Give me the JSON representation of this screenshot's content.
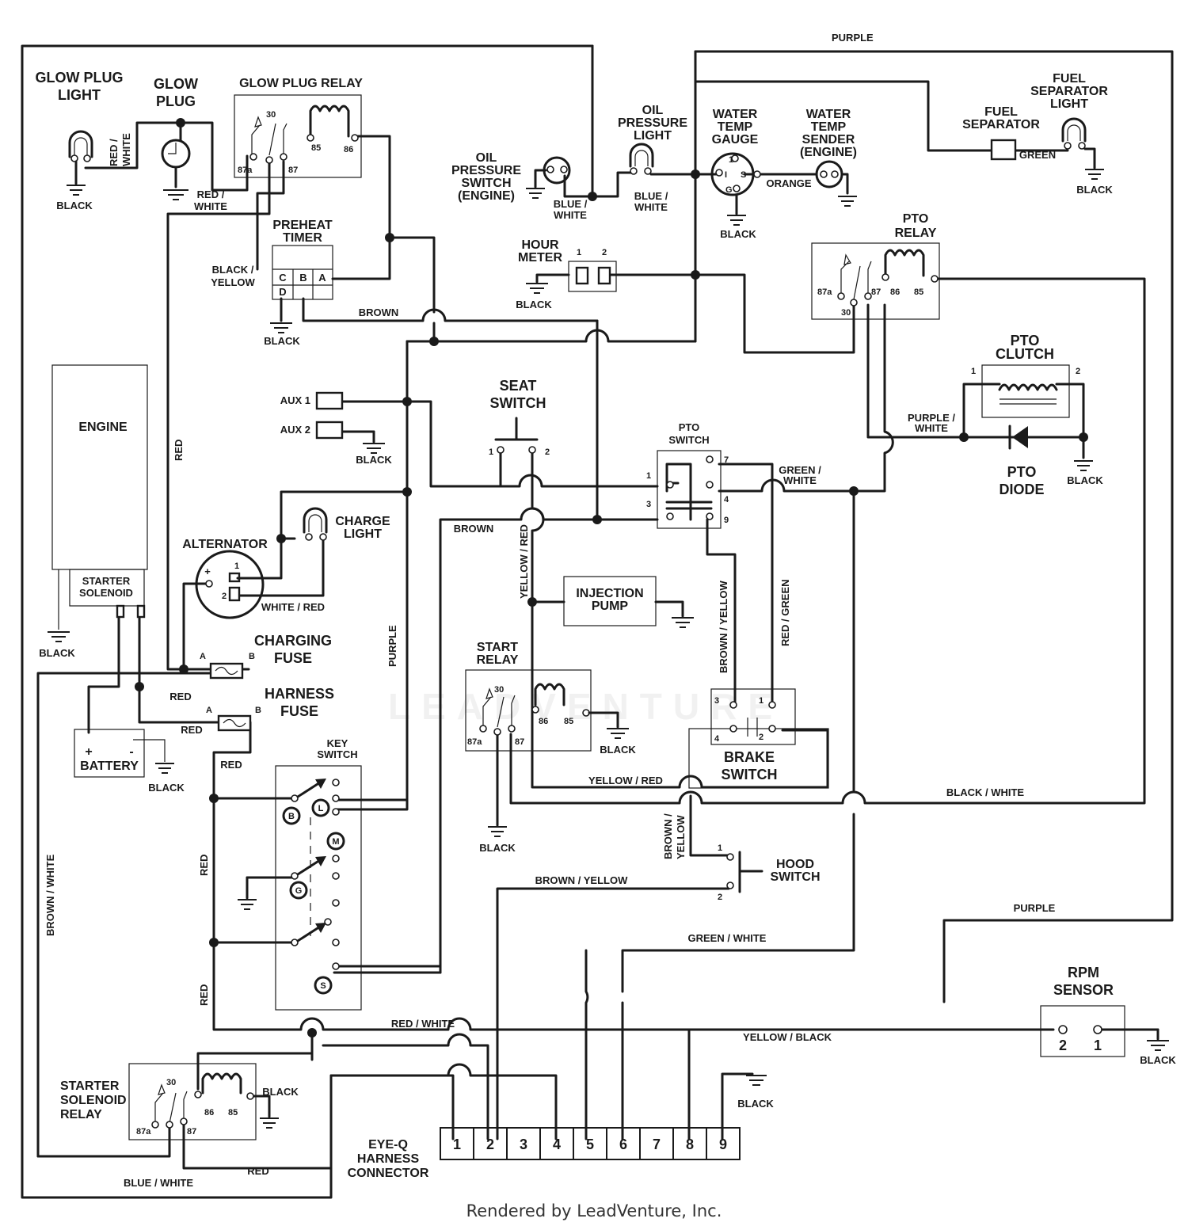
{
  "labels": {
    "purple_top": "PURPLE",
    "glow_plug_light": [
      "GLOW PLUG",
      "LIGHT"
    ],
    "glow_plug": [
      "GLOW",
      "PLUG"
    ],
    "glow_plug_relay": "GLOW PLUG RELAY",
    "oil_pressure_light": [
      "OIL",
      "PRESSURE",
      "LIGHT"
    ],
    "water_temp_gauge": [
      "WATER",
      "TEMP",
      "GAUGE"
    ],
    "water_temp_sender": [
      "WATER",
      "TEMP",
      "SENDER",
      "(ENGINE)"
    ],
    "fuel_separator": [
      "FUEL",
      "SEPARATOR"
    ],
    "fuel_separator_light": [
      "FUEL",
      "SEPARATOR",
      "LIGHT"
    ],
    "oil_pressure_switch": [
      "OIL",
      "PRESSURE",
      "SWITCH",
      "(ENGINE)"
    ],
    "hour_meter": [
      "HOUR",
      "METER"
    ],
    "pto_relay": [
      "PTO",
      "RELAY"
    ],
    "preheat_timer": [
      "PREHEAT",
      "TIMER"
    ],
    "pto_clutch": [
      "PTO",
      "CLUTCH"
    ],
    "pto_diode": [
      "PTO",
      "DIODE"
    ],
    "engine": "ENGINE",
    "starter_solenoid": [
      "STARTER",
      "SOLENOID"
    ],
    "seat_switch": [
      "SEAT",
      "SWITCH"
    ],
    "pto_switch": [
      "PTO",
      "SWITCH"
    ],
    "alternator": "ALTERNATOR",
    "charge_light": [
      "CHARGE",
      "LIGHT"
    ],
    "injection_pump": [
      "INJECTION",
      "PUMP"
    ],
    "charging_fuse": [
      "CHARGING",
      "FUSE"
    ],
    "harness_fuse": [
      "HARNESS",
      "FUSE"
    ],
    "start_relay": [
      "START",
      "RELAY"
    ],
    "brake_switch": [
      "BRAKE",
      "SWITCH"
    ],
    "key_switch": [
      "KEY",
      "SWITCH"
    ],
    "battery": "BATTERY",
    "hood_switch": [
      "HOOD",
      "SWITCH"
    ],
    "rpm_sensor": [
      "RPM",
      "SENSOR"
    ],
    "starter_solenoid_relay": [
      "STARTER",
      "SOLENOID",
      "RELAY"
    ],
    "eyeq_connector": [
      "EYE-Q",
      "HARNESS",
      "CONNECTOR"
    ],
    "aux1": "AUX 1",
    "aux2": "AUX 2"
  },
  "wires": {
    "black": "BLACK",
    "red_white_v": [
      "RED /",
      "WHITE"
    ],
    "red_white": [
      "RED /",
      "WHITE"
    ],
    "blue_white": [
      "BLUE /",
      "WHITE"
    ],
    "blue_white2": [
      "BLUE /",
      "WHITE"
    ],
    "orange": "ORANGE",
    "green": "GREEN",
    "black_yellow": [
      "BLACK /",
      "YELLOW"
    ],
    "brown": "BROWN",
    "red": "RED",
    "purple_white": [
      "PURPLE /",
      "WHITE"
    ],
    "green_white": [
      "GREEN /",
      "WHITE"
    ],
    "white_red": "WHITE / RED",
    "yellow_red_v": "YELLOW / RED",
    "brown_yellow_v": "BROWN / YELLOW",
    "red_green_v": "RED / GREEN",
    "purple": "PURPLE",
    "yellow_red": "YELLOW / RED",
    "black_white": "BLACK / WHITE",
    "brown_yellow_v2": [
      "BROWN /",
      "YELLOW"
    ],
    "brown_yellow": "BROWN / YELLOW",
    "brown_white_v": "BROWN / WHITE",
    "green_white_h": "GREEN / WHITE",
    "red_white_h": "RED / WHITE",
    "yellow_black": "YELLOW / BLACK",
    "blue_white_h": "BLUE / WHITE"
  },
  "pins": {
    "r30": "30",
    "r87a": "87a",
    "r87": "87",
    "r85": "85",
    "r86": "86",
    "timer_c": "C",
    "timer_b": "B",
    "timer_a": "A",
    "timer_d": "D",
    "hm1": "1",
    "hm2": "2",
    "g_1": "1",
    "g_i": "I",
    "g_s": "S",
    "g_g": "G",
    "p1": "1",
    "p2": "2",
    "p3": "3",
    "p4": "4",
    "p7": "7",
    "p9": "9",
    "fuse_a": "A",
    "fuse_b": "B",
    "bat_plus": "+",
    "bat_minus": "-",
    "alt_plus": "+",
    "alt_1": "1",
    "alt_2": "2",
    "key_b": "B",
    "key_l": "L",
    "key_m": "M",
    "key_g": "G",
    "key_s": "S",
    "conn": [
      "1",
      "2",
      "3",
      "4",
      "5",
      "6",
      "7",
      "8",
      "9"
    ],
    "rpm2": "2",
    "rpm1": "1"
  },
  "footer": "Rendered by LeadVenture, Inc."
}
